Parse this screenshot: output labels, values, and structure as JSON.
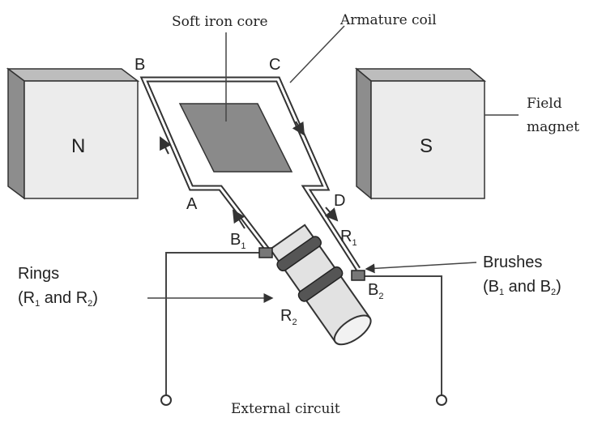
{
  "labels": {
    "soft_iron_core": "Soft iron core",
    "armature_coil": "Armature coil",
    "field_magnet_line1": "Field",
    "field_magnet_line2": "magnet",
    "north": "N",
    "south": "S",
    "corner_a": "A",
    "corner_b": "B",
    "corner_c": "C",
    "corner_d": "D",
    "b1": {
      "main": "B",
      "sub": "1"
    },
    "b2": {
      "main": "B",
      "sub": "2"
    },
    "r1": {
      "main": "R",
      "sub": "1"
    },
    "r2": {
      "main": "R",
      "sub": "2"
    },
    "rings": {
      "title": "Rings",
      "open": "(R",
      "s1": "1",
      "mid": " and R",
      "s2": "2",
      "close": ")"
    },
    "brushes": {
      "title": "Brushes",
      "open": "(B",
      "s1": "1",
      "mid": " and B",
      "s2": "2",
      "close": ")"
    },
    "external_circuit": "External circuit"
  },
  "colors": {
    "magnet_front": "#ececec",
    "magnet_side": "#9a9a9a",
    "core": "#8a8a8a",
    "ring": "#555555",
    "cylinder": "#e2e2e2"
  }
}
